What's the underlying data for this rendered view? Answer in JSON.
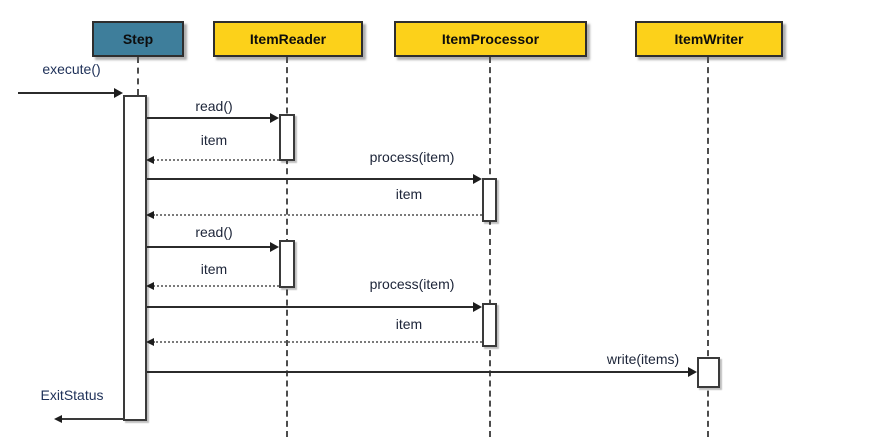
{
  "diagram": {
    "type": "uml-sequence",
    "colors": {
      "step_fill": "#3E7E9B",
      "participant_fill": "#FCD11A",
      "border": "#2e2e2e",
      "lifeline": "#4d4d4d"
    },
    "participants": [
      {
        "label": "Step"
      },
      {
        "label": "ItemReader"
      },
      {
        "label": "ItemProcessor"
      },
      {
        "label": "ItemWriter"
      }
    ],
    "messages": [
      {
        "label": "execute()",
        "kind": "call",
        "from": "(external)",
        "to": "Step"
      },
      {
        "label": "read()",
        "kind": "call",
        "from": "Step",
        "to": "ItemReader"
      },
      {
        "label": "item",
        "kind": "return",
        "from": "ItemReader",
        "to": "Step"
      },
      {
        "label": "process(item)",
        "kind": "call",
        "from": "Step",
        "to": "ItemProcessor"
      },
      {
        "label": "item",
        "kind": "return",
        "from": "ItemProcessor",
        "to": "Step"
      },
      {
        "label": "read()",
        "kind": "call",
        "from": "Step",
        "to": "ItemReader"
      },
      {
        "label": "item",
        "kind": "return",
        "from": "ItemReader",
        "to": "Step"
      },
      {
        "label": "process(item)",
        "kind": "call",
        "from": "Step",
        "to": "ItemProcessor"
      },
      {
        "label": "item",
        "kind": "return",
        "from": "ItemProcessor",
        "to": "Step"
      },
      {
        "label": "write(items)",
        "kind": "call",
        "from": "Step",
        "to": "ItemWriter"
      },
      {
        "label": "ExitStatus",
        "kind": "return",
        "from": "Step",
        "to": "(external)"
      }
    ]
  }
}
